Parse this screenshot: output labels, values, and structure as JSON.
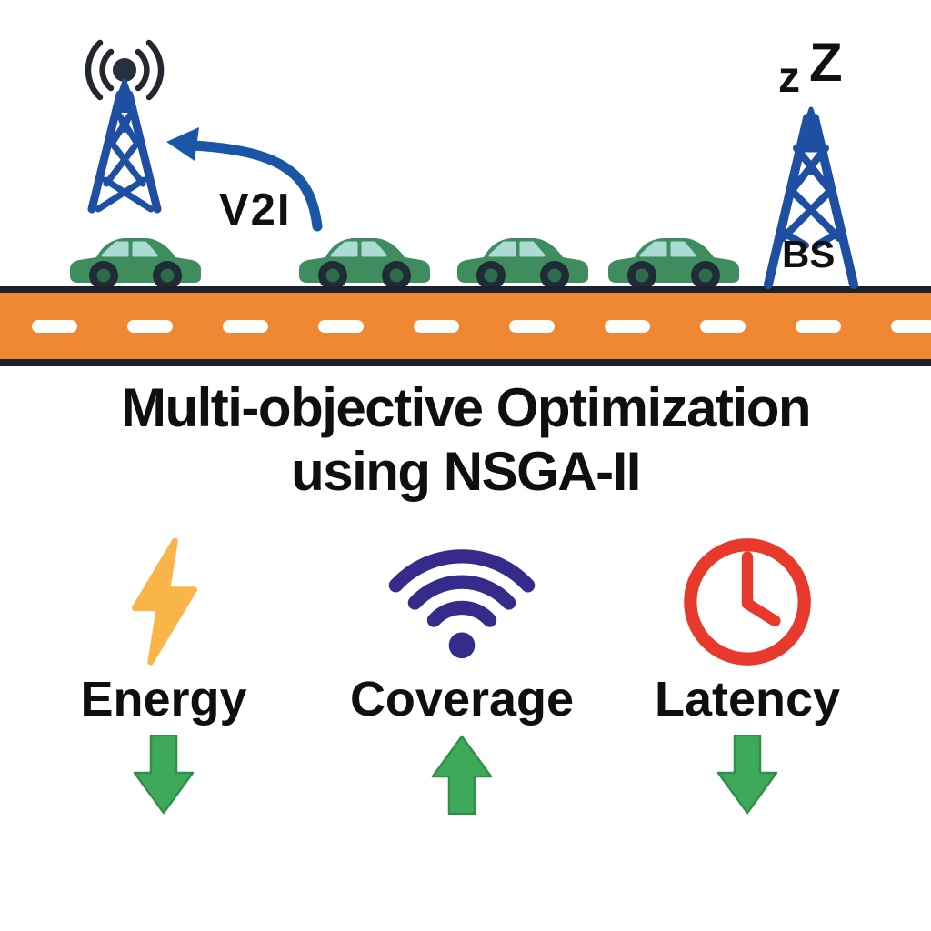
{
  "scene": {
    "v2i_label": "V2I",
    "bs_label": "BS",
    "sleep_indicator": {
      "small": "z",
      "large": "Z"
    },
    "car_count": 4,
    "colors": {
      "tower_blue": "#1e4fa3",
      "signal_wave_dark": "#23282e",
      "antenna_dot": "#28303d",
      "v2i_arrow_blue": "#1a56a8",
      "road_orange": "#ef8733",
      "road_edge_dark": "#1c222c",
      "road_dash_white": "#ffffff",
      "car_body_green": "#3f8d5f",
      "car_window_teal": "#aadcd3",
      "wheel_dark": "#1f2b35",
      "wheel_hub_green": "#2d6b4a"
    }
  },
  "title": {
    "line1": "Multi-objective Optimization",
    "line2": "using NSGA-II"
  },
  "objectives": [
    {
      "label": "Energy",
      "icon": "lightning-bolt-icon",
      "icon_color": "#f9b54a",
      "trend": "down"
    },
    {
      "label": "Coverage",
      "icon": "wifi-icon",
      "icon_color": "#362b8a",
      "trend": "up"
    },
    {
      "label": "Latency",
      "icon": "clock-icon",
      "icon_color": "#e8392d",
      "trend": "down"
    }
  ],
  "trend_arrow_green": "#3fa95a"
}
